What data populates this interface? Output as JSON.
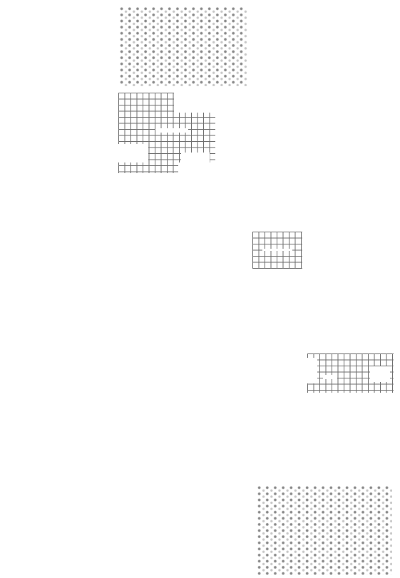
{
  "canvas": {
    "background": "#ffffff",
    "foreground": "#7a7a7a"
  },
  "patches": [
    {
      "id": "p1",
      "pattern": "dots"
    },
    {
      "id": "p2",
      "pattern": "grid"
    },
    {
      "id": "p3",
      "pattern": "grid"
    },
    {
      "id": "p4",
      "pattern": "grid"
    },
    {
      "id": "p5",
      "pattern": "dots"
    }
  ]
}
